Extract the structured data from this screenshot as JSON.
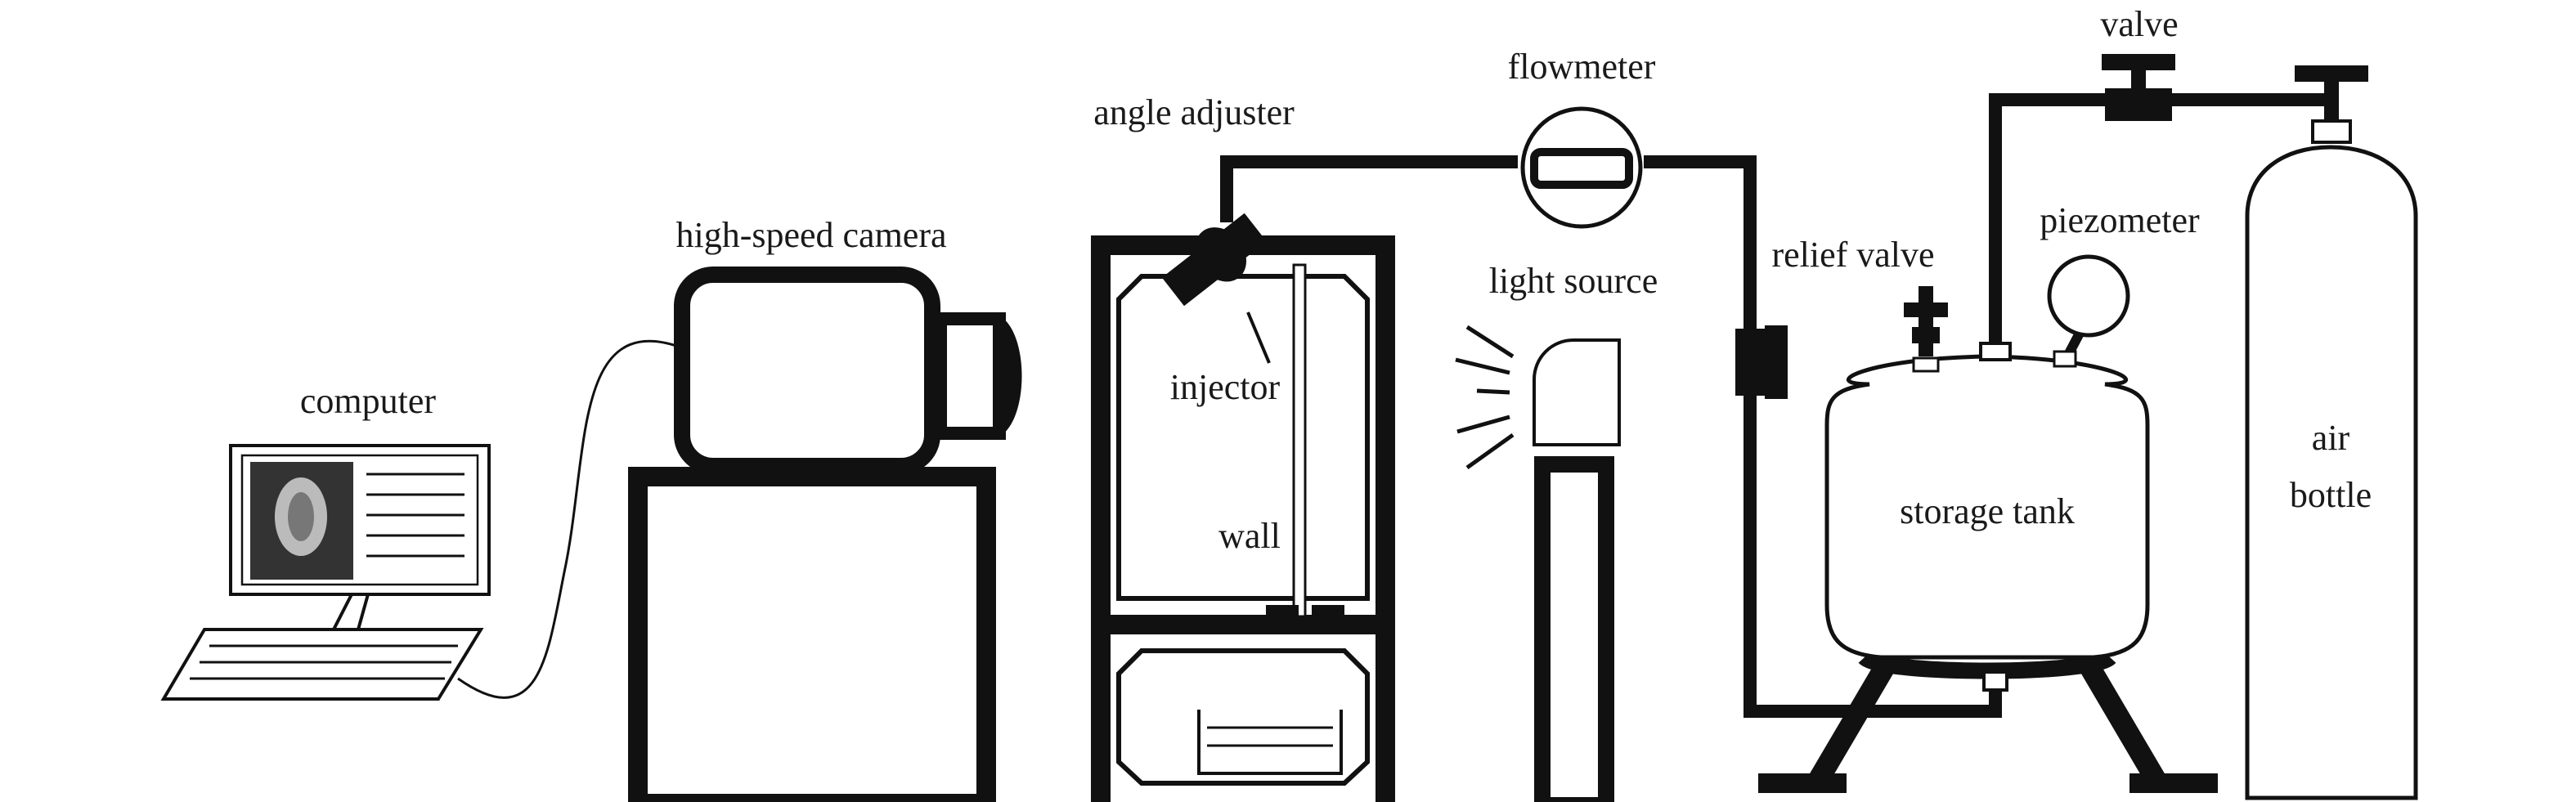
{
  "labels": {
    "computer": "computer",
    "camera": "high-speed camera",
    "angle_adjuster": "angle adjuster",
    "flowmeter": "flowmeter",
    "injector": "injector",
    "wall": "wall",
    "light_source": "light source",
    "relief_valve": "relief valve",
    "piezometer": "piezometer",
    "valve": "valve",
    "storage_tank": "storage tank",
    "air_bottle_line1": "air",
    "air_bottle_line2": "bottle"
  },
  "colors": {
    "line": "#111111",
    "background": "#ffffff"
  }
}
